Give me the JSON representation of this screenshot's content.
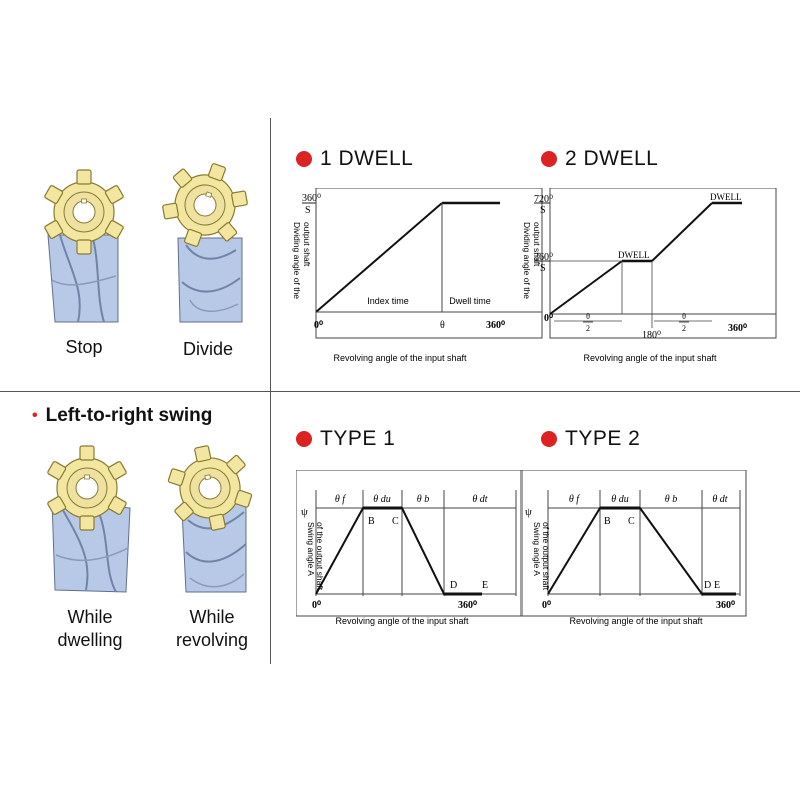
{
  "left_panel": {
    "stop_label": "Stop",
    "divide_label": "Divide",
    "swing_title": "Left-to-right swing",
    "dwelling_label_1": "While",
    "dwelling_label_2": "dwelling",
    "revolving_label_1": "While",
    "revolving_label_2": "revolving"
  },
  "colors": {
    "accent_dot": "#dd2222",
    "cam_yellow": "#f2e6a0",
    "cam_blue": "#b7c9e6"
  },
  "charts": {
    "dwell1": {
      "heading": "1 DWELL",
      "y_top": "360⁰",
      "y_top_sub": "S",
      "ylabel_1": "Dividing angle of the",
      "ylabel_2": "output shaft",
      "region_index": "Index time",
      "region_dwell": "Dwell time",
      "x_origin": "0⁰",
      "x_theta": "θ",
      "x_end": "360⁰",
      "xlabel": "Revolving angle of the input shaft"
    },
    "dwell2": {
      "heading": "2 DWELL",
      "y_top": "720⁰",
      "y_top_sub": "S",
      "y_mid": "360⁰",
      "y_mid_sub": "S",
      "ylabel_1": "Dividing angle of the",
      "ylabel_2": "output shaft",
      "dwell_upper": "DWELL",
      "dwell_lower": "DWELL",
      "x_origin": "0⁰",
      "frac_theta": "θ",
      "frac_two": "2",
      "x_mid": "180⁰",
      "x_end": "360⁰",
      "xlabel": "Revolving angle of the input shaft"
    },
    "type1": {
      "heading": "TYPE 1",
      "phi": "ψ",
      "ylabel_1": "Swing angle A",
      "ylabel_2": "of the output shaft",
      "seg_f": "θ f",
      "seg_du": "θ du",
      "seg_b": "θ b",
      "seg_dt": "θ dt",
      "pt_b": "B",
      "pt_c": "C",
      "pt_d": "D",
      "pt_e": "E",
      "x_origin": "0⁰",
      "x_end": "360⁰",
      "xlabel": "Revolving angle of the input shaft"
    },
    "type2": {
      "heading": "TYPE 2",
      "phi": "ψ",
      "ylabel_1": "Swing angle A",
      "ylabel_2": "of the output shaft",
      "seg_f": "θ f",
      "seg_du": "θ du",
      "seg_b": "θ b",
      "seg_dt": "θ dt",
      "pt_b": "B",
      "pt_c": "C",
      "pt_d": "D",
      "pt_e": "E",
      "x_origin": "0⁰",
      "x_end": "360⁰",
      "xlabel": "Revolving angle of the input shaft"
    }
  }
}
